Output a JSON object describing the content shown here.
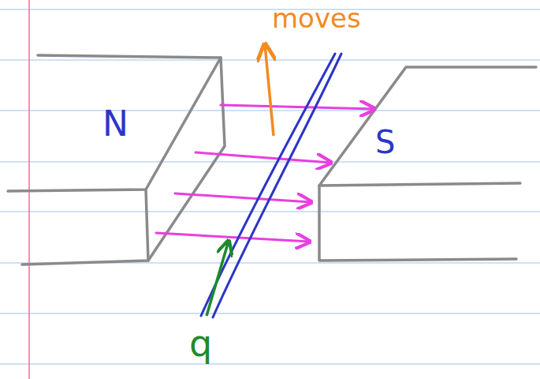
{
  "diagram": {
    "labels": [
      "moves",
      "N",
      "S",
      "q"
    ]
  }
}
